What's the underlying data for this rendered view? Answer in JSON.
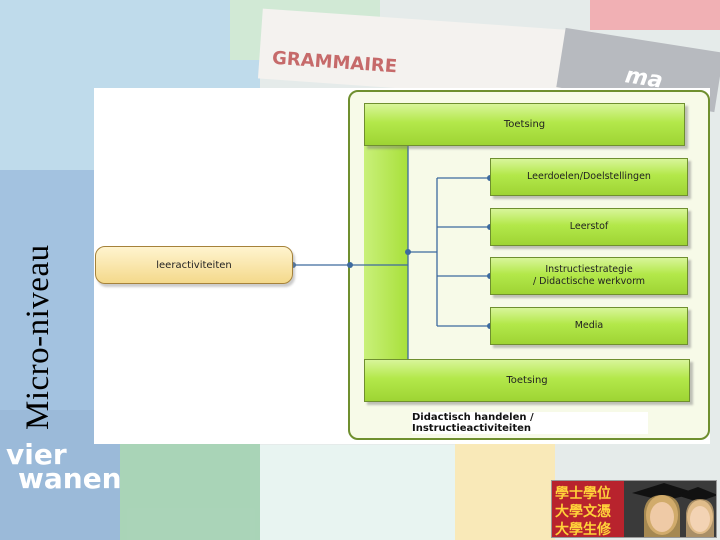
{
  "slide": {
    "title": "Micro-niveau"
  },
  "diagram": {
    "left_box": "leeractiviteiten",
    "top_box": "Toetsing",
    "branches": [
      "Leerdoelen/Doelstellingen",
      "Leerstof",
      "Instructiestrategie\n/ Didactische werkvorm",
      "Media"
    ],
    "bottom_box": "Toetsing",
    "caption": "Didactisch handelen / Instructieactiviteiten",
    "colors": {
      "box_green": "#b3e84a",
      "box_border": "#6f8f2f",
      "connector": "#3d6a9e",
      "pill_fill": "#f4d98b"
    }
  },
  "background": {
    "book_words": [
      "GRAMMAIRE",
      "ma",
      "vier",
      "wanen"
    ]
  },
  "photo": {
    "sign_lines": [
      "學士學位",
      "大學文憑",
      "大學生修"
    ]
  }
}
